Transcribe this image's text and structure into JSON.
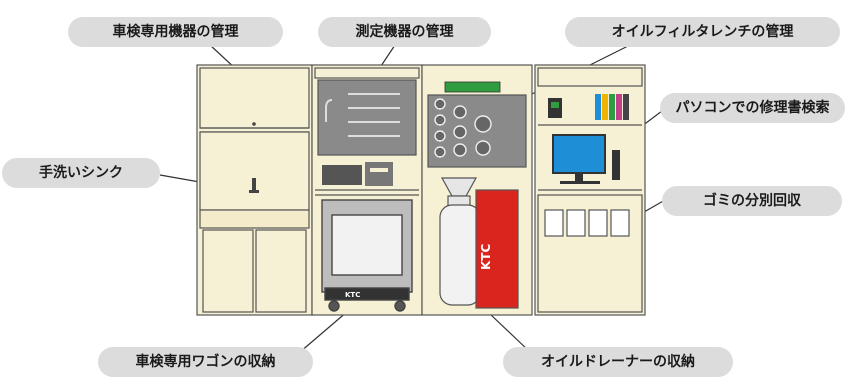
{
  "callouts": {
    "special_equipment": "車検専用機器の管理",
    "measuring_equipment": "測定機器の管理",
    "oil_filter_wrench": "オイルフィルタレンチの管理",
    "pc_repair_search": "パソコンでの修理書検索",
    "hand_wash_sink": "手洗いシンク",
    "garbage_sorting": "ゴミの分別回収",
    "wagon_storage": "車検専用ワゴンの収納",
    "oil_drainer_storage": "オイルドレーナーの収納"
  },
  "labels": {
    "drainer_brand": "KTC",
    "wagon_brand": "KTC"
  },
  "colors": {
    "cabinet_cream": "#f6f0d4",
    "cabinet_outline": "#555555",
    "pegboard_gray": "#8a8a8a",
    "drainer_red": "#d9251d",
    "callout_gray": "#dcdcdc",
    "monitor_blue": "#1e8fd6",
    "green_case": "#2e9c3f"
  }
}
